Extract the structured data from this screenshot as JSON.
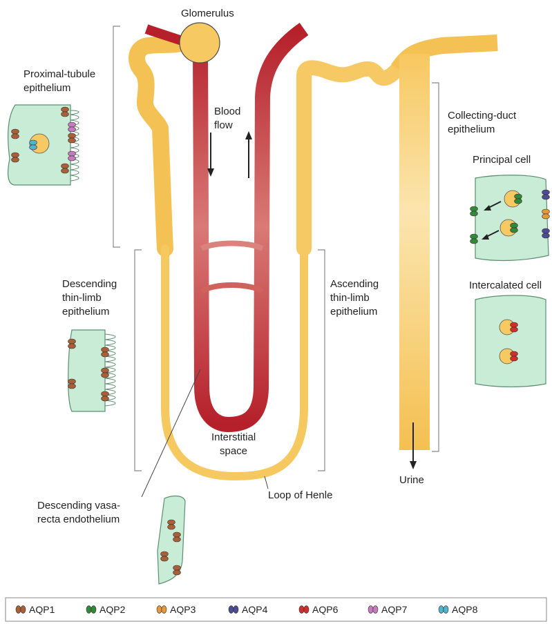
{
  "labels": {
    "glomerulus": "Glomerulus",
    "proximal_1": "Proximal-tubule",
    "proximal_2": "epithelium",
    "blood_1": "Blood",
    "blood_2": "flow",
    "collecting_1": "Collecting-duct",
    "collecting_2": "epithelium",
    "principal": "Principal cell",
    "intercalated": "Intercalated cell",
    "descending_1": "Descending",
    "descending_2": "thin-limb",
    "descending_3": "epithelium",
    "ascending_1": "Ascending",
    "ascending_2": "thin-limb",
    "ascending_3": "epithelium",
    "interstitial_1": "Interstitial",
    "interstitial_2": "space",
    "urine": "Urine",
    "loop": "Loop of Henle",
    "vasa_1": "Descending vasa-",
    "vasa_2": "recta endothelium"
  },
  "legend": [
    {
      "label": "AQP1",
      "color": "#a8603a"
    },
    {
      "label": "AQP2",
      "color": "#2f8a3a"
    },
    {
      "label": "AQP3",
      "color": "#e39a3d"
    },
    {
      "label": "AQP4",
      "color": "#4a4c96"
    },
    {
      "label": "AQP6",
      "color": "#cf2f2f"
    },
    {
      "label": "AQP7",
      "color": "#c57bc2"
    },
    {
      "label": "AQP8",
      "color": "#4fb4cf"
    }
  ],
  "colors": {
    "tubule": "#f6c762",
    "vessel": "#b8232a",
    "cell_fill": "#c8ecd6",
    "cell_stroke": "#5a8f6e"
  }
}
